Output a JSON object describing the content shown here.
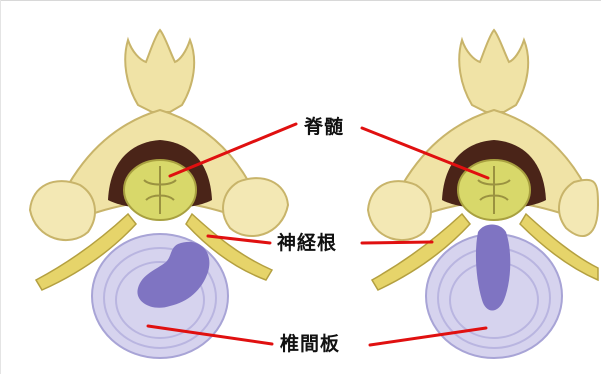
{
  "labels": {
    "spinal_cord": "脊髄",
    "nerve_root": "神経根",
    "disc": "椎間板"
  },
  "colors": {
    "bone": "#f0e3a6",
    "bone_edge": "#c8b46a",
    "canal": "#4a2418",
    "cord": "#d8d86a",
    "disc": "#d6d3ee",
    "disc_ring": "#b9b5e0",
    "nucleus": "#7f74c2",
    "leader_line": "#e01010"
  }
}
